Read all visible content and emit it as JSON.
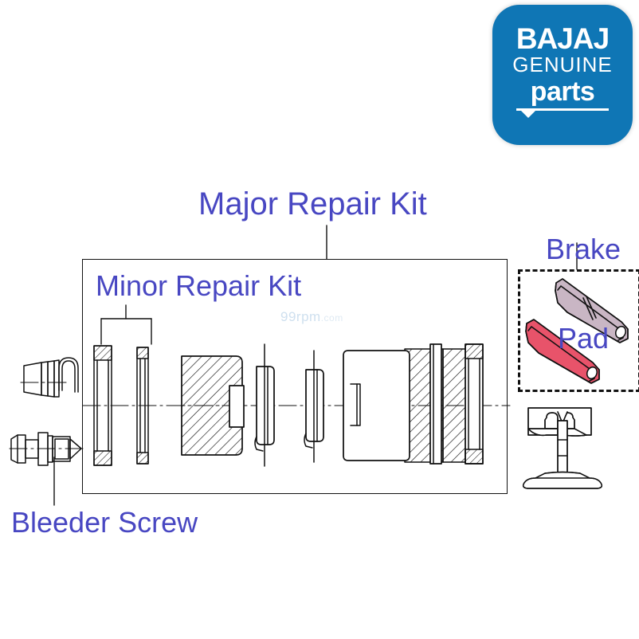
{
  "logo": {
    "line1": "BAJAJ",
    "line2": "GENUINE",
    "line3": "parts",
    "bg_color": "#0f76b5",
    "text_color": "#ffffff"
  },
  "labels": {
    "major_repair_kit": "Major Repair Kit",
    "minor_repair_kit": "Minor Repair Kit",
    "bleeder_screw": "Bleeder Screw",
    "brake_pad_line1": "Brake",
    "brake_pad_line2": "Pad",
    "label_color": "#4847c2"
  },
  "watermark": {
    "text": "99rpm",
    "suffix": ".com",
    "color": "#cfe0ef"
  },
  "diagram": {
    "main_box": {
      "label": "Major Repair Kit assembly box",
      "border": "solid",
      "color": "#111111"
    },
    "pad_box": {
      "label": "Brake Pad box",
      "border": "dashed",
      "color": "#111111"
    },
    "parts": [
      {
        "name": "dust-cap-clip",
        "note": "rubber cap with wire clip, upper left"
      },
      {
        "name": "bleeder-screw",
        "note": "bleeder nipple screw, lower left"
      },
      {
        "name": "seal-ring-outer",
        "note": "hatched oil seal ring inside minor kit bracket"
      },
      {
        "name": "seal-ring-inner",
        "note": "thin o-ring inside minor kit bracket"
      },
      {
        "name": "caliper-piston",
        "note": "large hatched cylindrical piston"
      },
      {
        "name": "spring-clip-a",
        "note": "thin leaf spring clip"
      },
      {
        "name": "spring-clip-b",
        "note": "second thin leaf spring clip"
      },
      {
        "name": "cylinder-body",
        "note": "rounded rectangular cylinder body"
      },
      {
        "name": "washer-plate",
        "note": "thin washer plate, hatched"
      },
      {
        "name": "seal-ring-right",
        "note": "hatched ring at right edge"
      },
      {
        "name": "brake-pad-gray",
        "note": "upper brake pad, gray"
      },
      {
        "name": "brake-pad-red",
        "note": "lower brake pad, red"
      },
      {
        "name": "pad-retaining-pin",
        "note": "pin with flange below pad box"
      }
    ],
    "colors": {
      "pad_gray": "#c9b6c4",
      "pad_red": "#e8536a",
      "line": "#111111"
    }
  }
}
